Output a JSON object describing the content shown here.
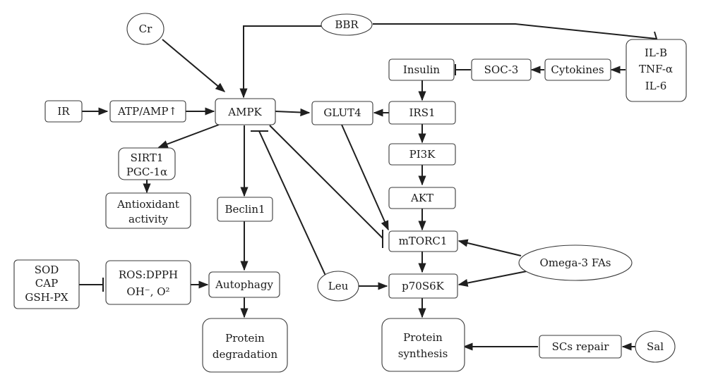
{
  "nodes": {
    "cr": "Cr",
    "bbr": "BBR",
    "il": [
      "IL-B",
      "TNF-α",
      "IL-6"
    ],
    "insulin": "Insulin",
    "soc3": "SOC-3",
    "cytokines": "Cytokines",
    "ir": "IR",
    "atp_amp": "ATP/AMP↑",
    "ampk": "AMPK",
    "glut4": "GLUT4",
    "irs1": "IRS1",
    "sirt1": [
      "SIRT1",
      "PGC-1α"
    ],
    "pi3k": "PI3K",
    "antioxidant": [
      "Antioxidant",
      "activity"
    ],
    "beclin1": "Beclin1",
    "akt": "AKT",
    "mtorc1": "mTORC1",
    "omega3": "Omega-3 FAs",
    "sod": [
      "SOD",
      "CAP",
      "GSH-PX"
    ],
    "ros": [
      "ROS:DPPH",
      "OH⁻, O²"
    ],
    "autophagy": "Autophagy",
    "leu": "Leu",
    "p70s6k": "p70S6K",
    "protein_degradation": [
      "Protein",
      "degradation"
    ],
    "protein_synthesis": [
      "Protein",
      "synthesis"
    ],
    "scs_repair": "SCs repair",
    "sal": "Sal"
  },
  "edges": [
    {
      "from": "cr",
      "to": "ampk",
      "type": "activate"
    },
    {
      "from": "bbr",
      "to": "ampk",
      "type": "activate"
    },
    {
      "from": "bbr",
      "to": "il",
      "type": "inhibit"
    },
    {
      "from": "il",
      "to": "cytokines",
      "type": "activate"
    },
    {
      "from": "cytokines",
      "to": "soc3",
      "type": "activate"
    },
    {
      "from": "soc3",
      "to": "insulin",
      "type": "inhibit"
    },
    {
      "from": "insulin",
      "to": "irs1",
      "type": "activate"
    },
    {
      "from": "ir",
      "to": "atp_amp",
      "type": "activate"
    },
    {
      "from": "atp_amp",
      "to": "ampk",
      "type": "activate"
    },
    {
      "from": "ampk",
      "to": "glut4",
      "type": "activate"
    },
    {
      "from": "irs1",
      "to": "glut4",
      "type": "activate"
    },
    {
      "from": "irs1",
      "to": "pi3k",
      "type": "activate"
    },
    {
      "from": "pi3k",
      "to": "akt",
      "type": "activate"
    },
    {
      "from": "akt",
      "to": "mtorc1",
      "type": "activate"
    },
    {
      "from": "glut4",
      "to": "mtorc1",
      "type": "activate"
    },
    {
      "from": "ampk",
      "to": "mtorc1",
      "type": "inhibit"
    },
    {
      "from": "ampk",
      "to": "sirt1",
      "type": "activate"
    },
    {
      "from": "sirt1",
      "to": "antioxidant",
      "type": "activate"
    },
    {
      "from": "ampk",
      "to": "beclin1",
      "type": "activate"
    },
    {
      "from": "beclin1",
      "to": "autophagy",
      "type": "activate"
    },
    {
      "from": "leu",
      "to": "ampk",
      "type": "inhibit"
    },
    {
      "from": "leu",
      "to": "p70s6k",
      "type": "activate"
    },
    {
      "from": "mtorc1",
      "to": "p70s6k",
      "type": "activate"
    },
    {
      "from": "omega3",
      "to": "mtorc1",
      "type": "activate"
    },
    {
      "from": "omega3",
      "to": "p70s6k",
      "type": "activate"
    },
    {
      "from": "sod",
      "to": "ros",
      "type": "inhibit"
    },
    {
      "from": "ros",
      "to": "autophagy",
      "type": "activate"
    },
    {
      "from": "autophagy",
      "to": "protein_degradation",
      "type": "activate"
    },
    {
      "from": "p70s6k",
      "to": "protein_synthesis",
      "type": "activate"
    },
    {
      "from": "sal",
      "to": "scs_repair",
      "type": "activate"
    },
    {
      "from": "scs_repair",
      "to": "protein_synthesis",
      "type": "activate"
    }
  ]
}
